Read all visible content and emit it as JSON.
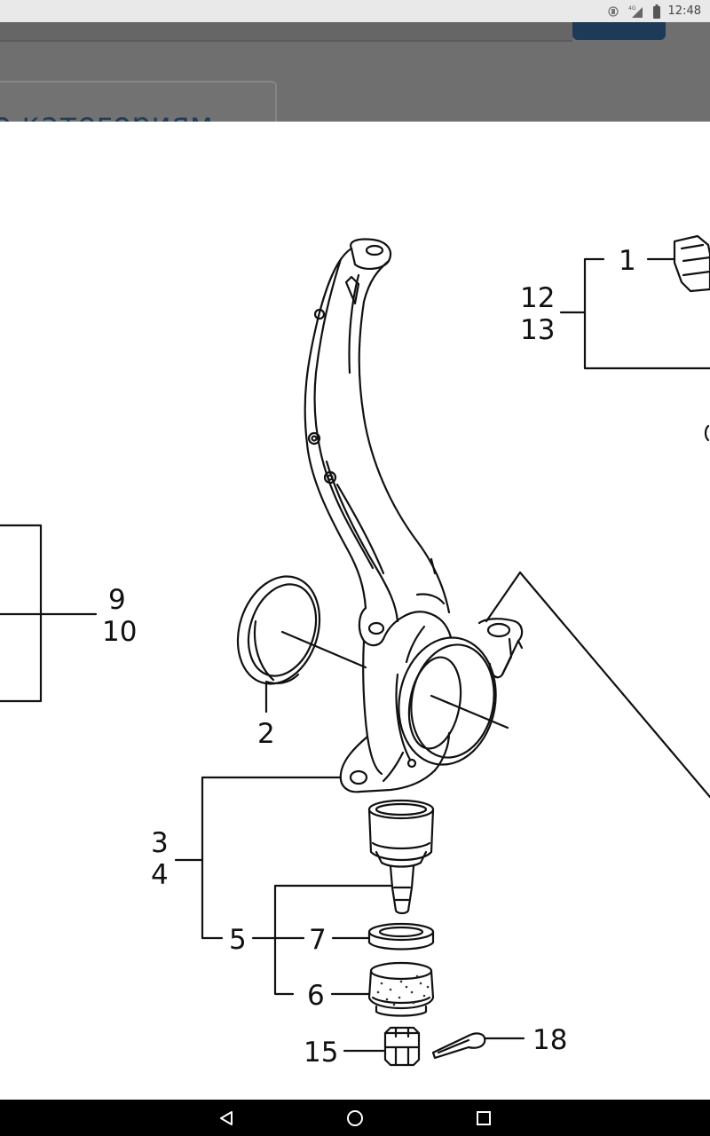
{
  "status_bar": {
    "time": "12:48",
    "network_label": "4G",
    "icons": [
      "vibrate-icon",
      "signal-icon",
      "battery-icon"
    ]
  },
  "header": {
    "category_text": "о категориям",
    "accent_color": "#1d3a58"
  },
  "diagram": {
    "parts": [
      "1",
      "12",
      "13",
      "9",
      "10",
      "2",
      "3",
      "4",
      "5",
      "7",
      "6",
      "15",
      "18"
    ]
  },
  "nav_bar": {
    "buttons": [
      "back-icon",
      "home-icon",
      "recents-icon"
    ]
  }
}
